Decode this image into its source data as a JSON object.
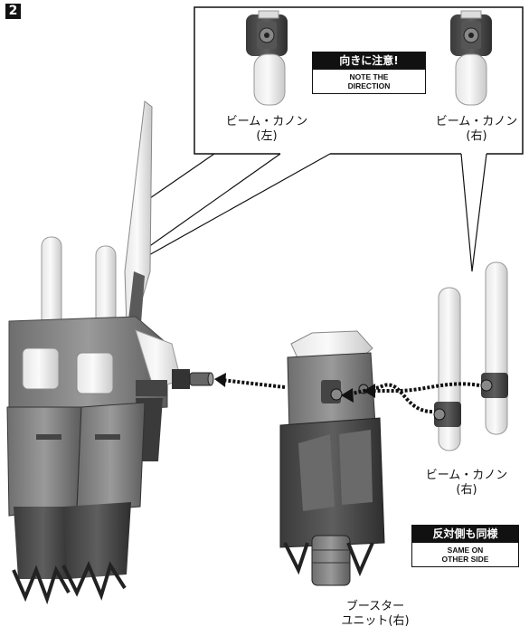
{
  "step": {
    "number": "2"
  },
  "detail_panel": {
    "left_label": {
      "line1": "ビーム・カノン",
      "line2": "(左)"
    },
    "right_label": {
      "line1": "ビーム・カノン",
      "line2": "(右)"
    },
    "note": {
      "jp": "向きに注意!",
      "en_line1": "NOTE THE",
      "en_line2": "DIRECTION"
    }
  },
  "main": {
    "cannon_label": {
      "line1": "ビーム・カノン",
      "line2": "(右)"
    },
    "booster_label": {
      "line1": "ブースター",
      "line2": "ユニット(右)"
    },
    "same_note": {
      "jp": "反対側も同様",
      "en_line1": "SAME ON",
      "en_line2": "OTHER SIDE"
    }
  }
}
